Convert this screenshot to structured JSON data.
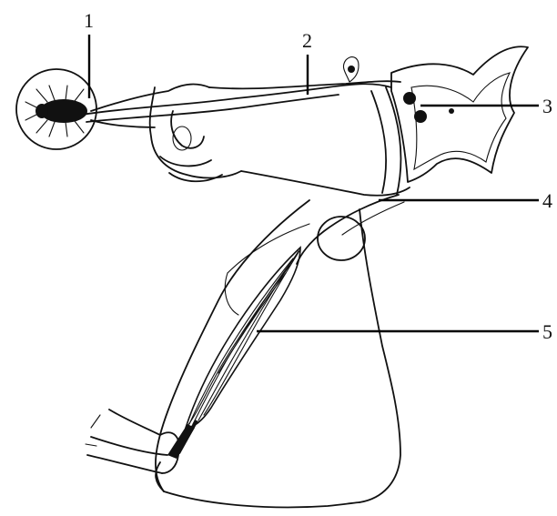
{
  "labels": {
    "l1": "1",
    "l2": "2",
    "l3": "3",
    "l4": "4",
    "l5": "5"
  },
  "colors": {
    "ink": "#111111",
    "background": "#ffffff"
  }
}
